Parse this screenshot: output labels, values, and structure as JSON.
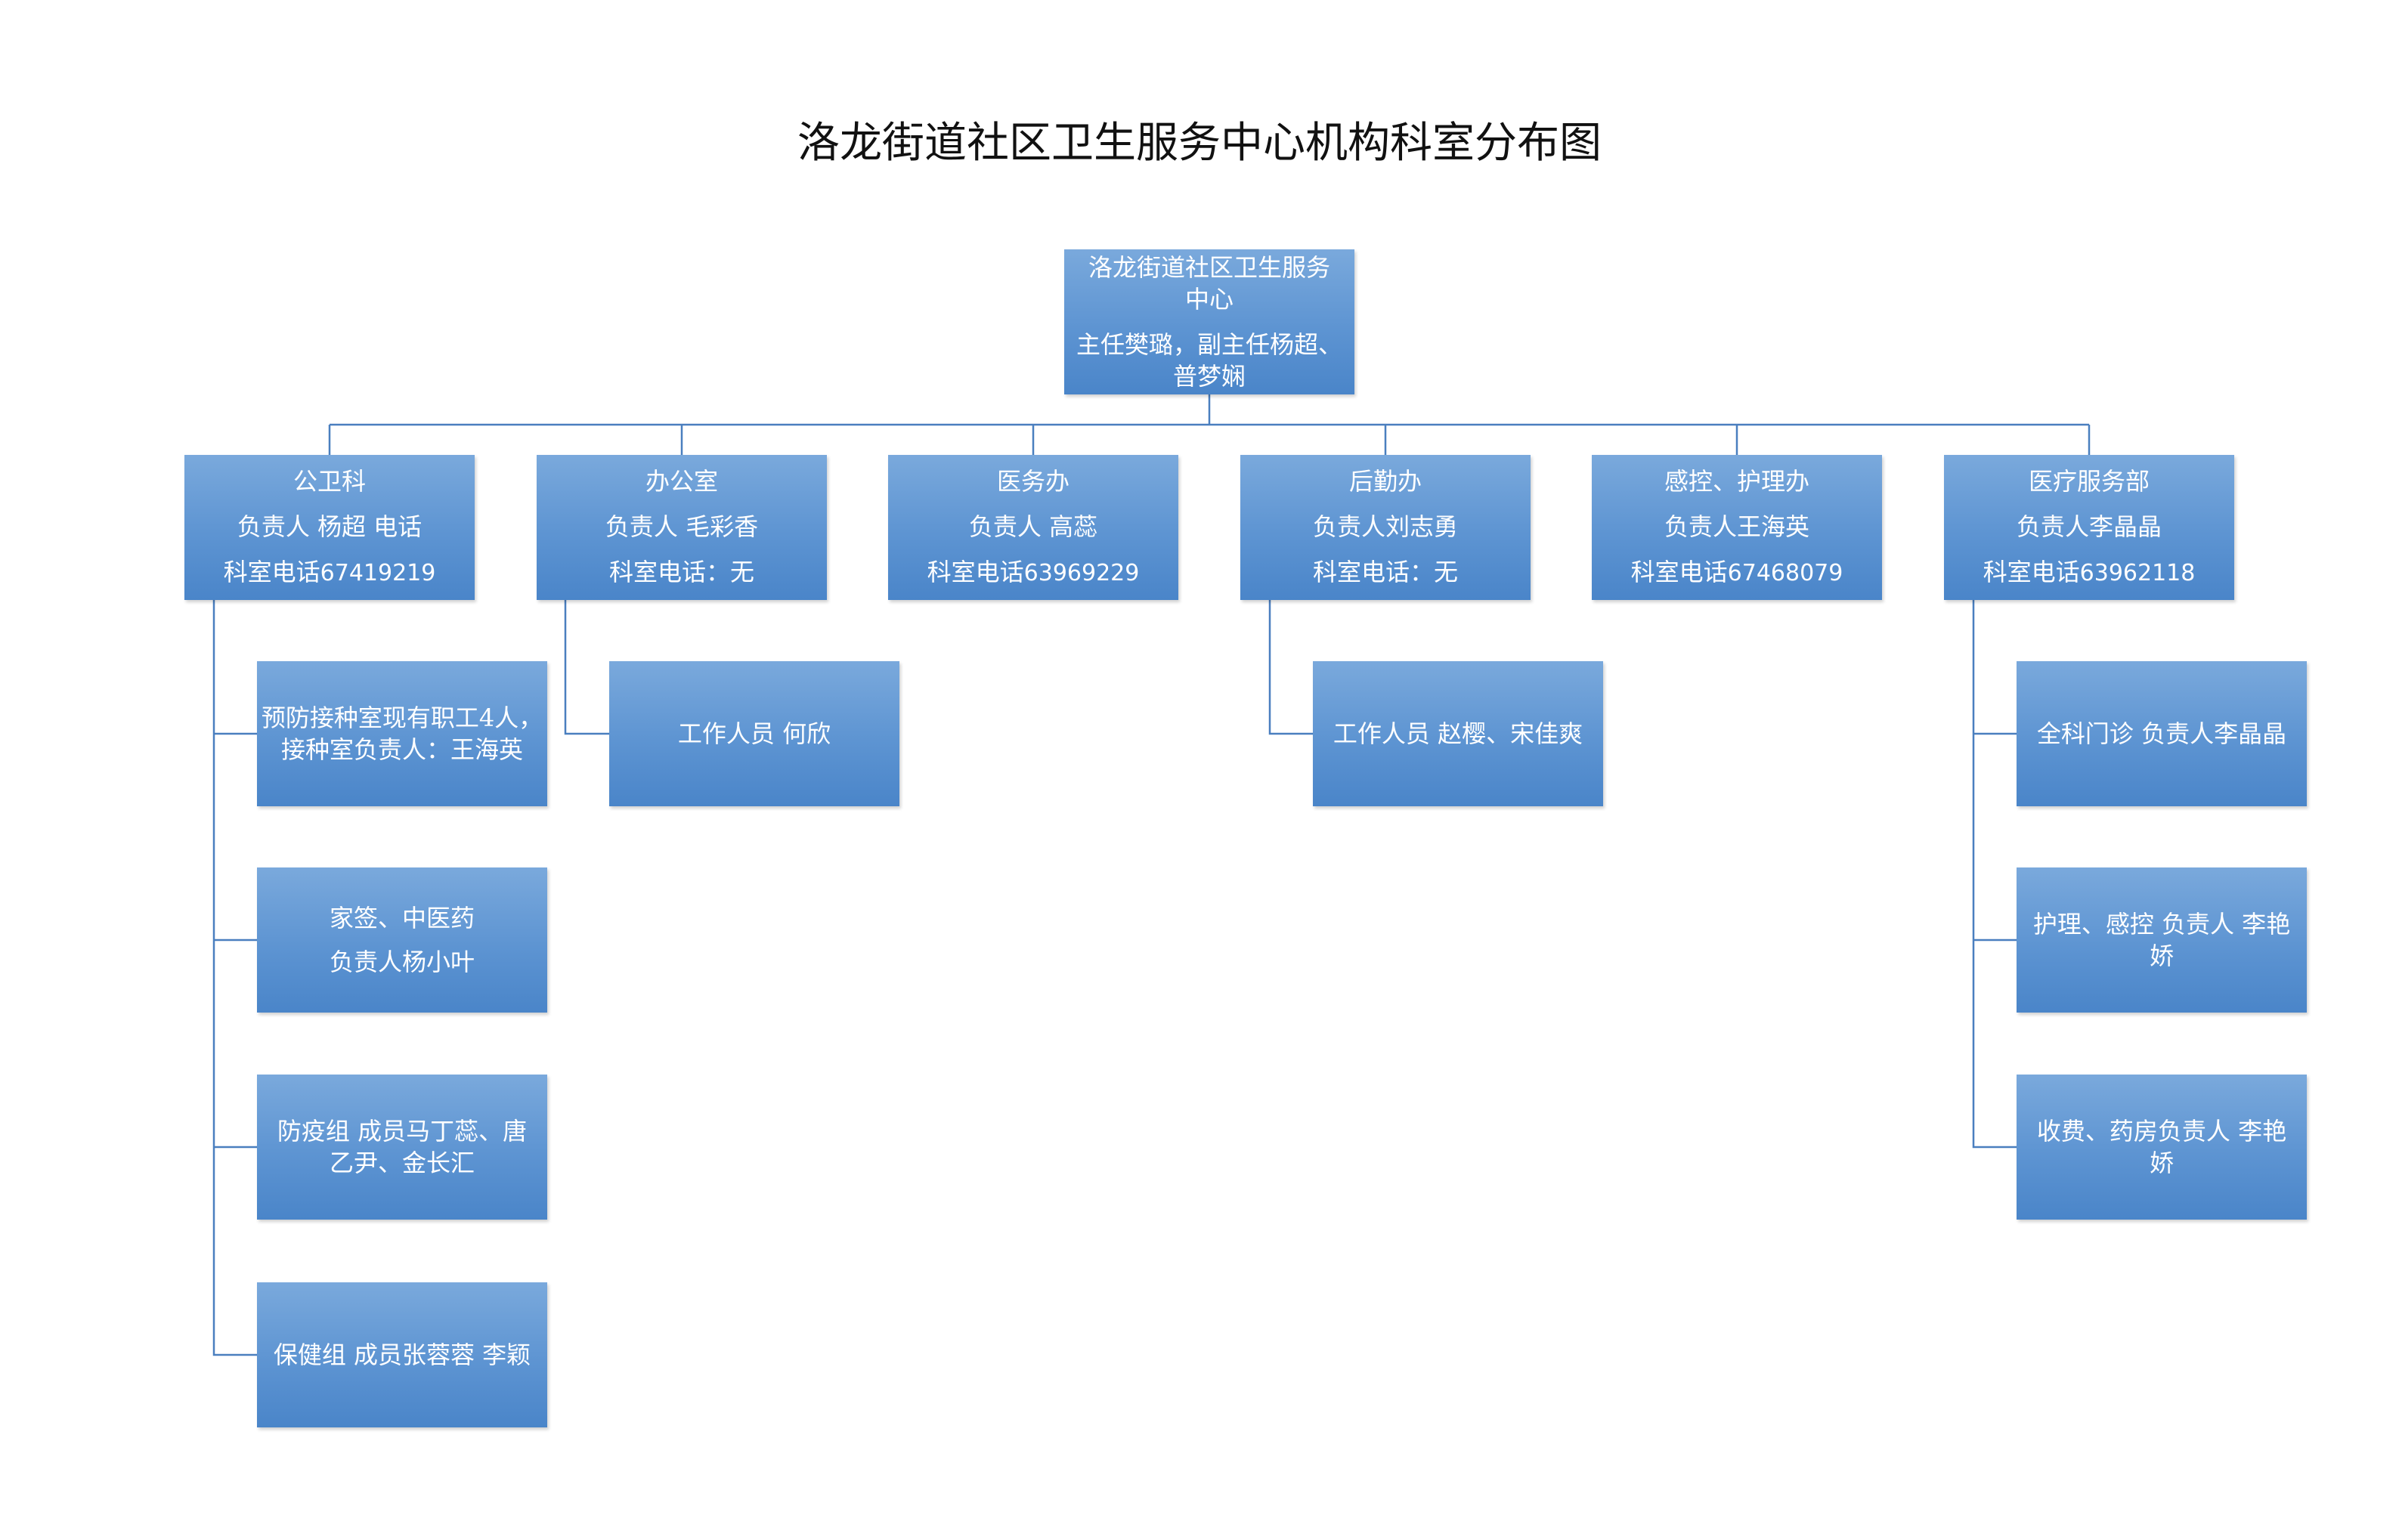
{
  "title": "洛龙街道社区卫生服务中心机构科室分布图",
  "colors": {
    "box_top": "#7aa9dc",
    "box_bottom": "#4a85c9",
    "connector": "#4a7fbf",
    "text": "#ffffff"
  },
  "root": {
    "name_lines": [
      "洛龙街道社区卫生服务",
      "中心"
    ],
    "leader_lines": [
      "主任樊璐，副主任杨超、",
      "普梦娴"
    ]
  },
  "departments": [
    {
      "name": "公卫科",
      "head": "负责人 杨超 电话",
      "phone_label": "科室电话",
      "phone": "67419219"
    },
    {
      "name": "办公室",
      "head": "负责人 毛彩香",
      "phone_label": "科室电话：无",
      "phone": ""
    },
    {
      "name": "医务办",
      "head": "负责人 高蕊",
      "phone_label": "科室电话",
      "phone": "63969229"
    },
    {
      "name": "后勤办",
      "head": "负责人刘志勇",
      "phone_label": "科室电话：无",
      "phone": ""
    },
    {
      "name": "感控、护理办",
      "head": "负责人王海英",
      "phone_label": "科室电话",
      "phone": "67468079"
    },
    {
      "name": "医疗服务部",
      "head": "负责人李晶晶",
      "phone_label": "科室电话",
      "phone": "63962118"
    }
  ],
  "subunits": {
    "gongwei": [
      {
        "lines": [
          "预防接种室现有职工4人，",
          "接种室负责人：王海英"
        ]
      },
      {
        "lines": [
          "家签、中医药",
          "负责人杨小叶"
        ]
      },
      {
        "lines": [
          "防疫组  成员马丁蕊、唐",
          "乙尹、金长汇"
        ]
      },
      {
        "lines": [
          "保健组  成员张蓉蓉 李颖"
        ]
      }
    ],
    "office": [
      {
        "lines": [
          "工作人员  何欣"
        ]
      }
    ],
    "logistics": [
      {
        "lines": [
          "工作人员 赵樱、宋佳爽"
        ]
      }
    ],
    "medical": [
      {
        "lines": [
          "全科门诊  负责人李晶晶"
        ]
      },
      {
        "lines": [
          "护理、感控 负责人 李艳",
          "娇"
        ]
      },
      {
        "lines": [
          "收费、药房负责人  李艳",
          "娇"
        ]
      }
    ]
  }
}
